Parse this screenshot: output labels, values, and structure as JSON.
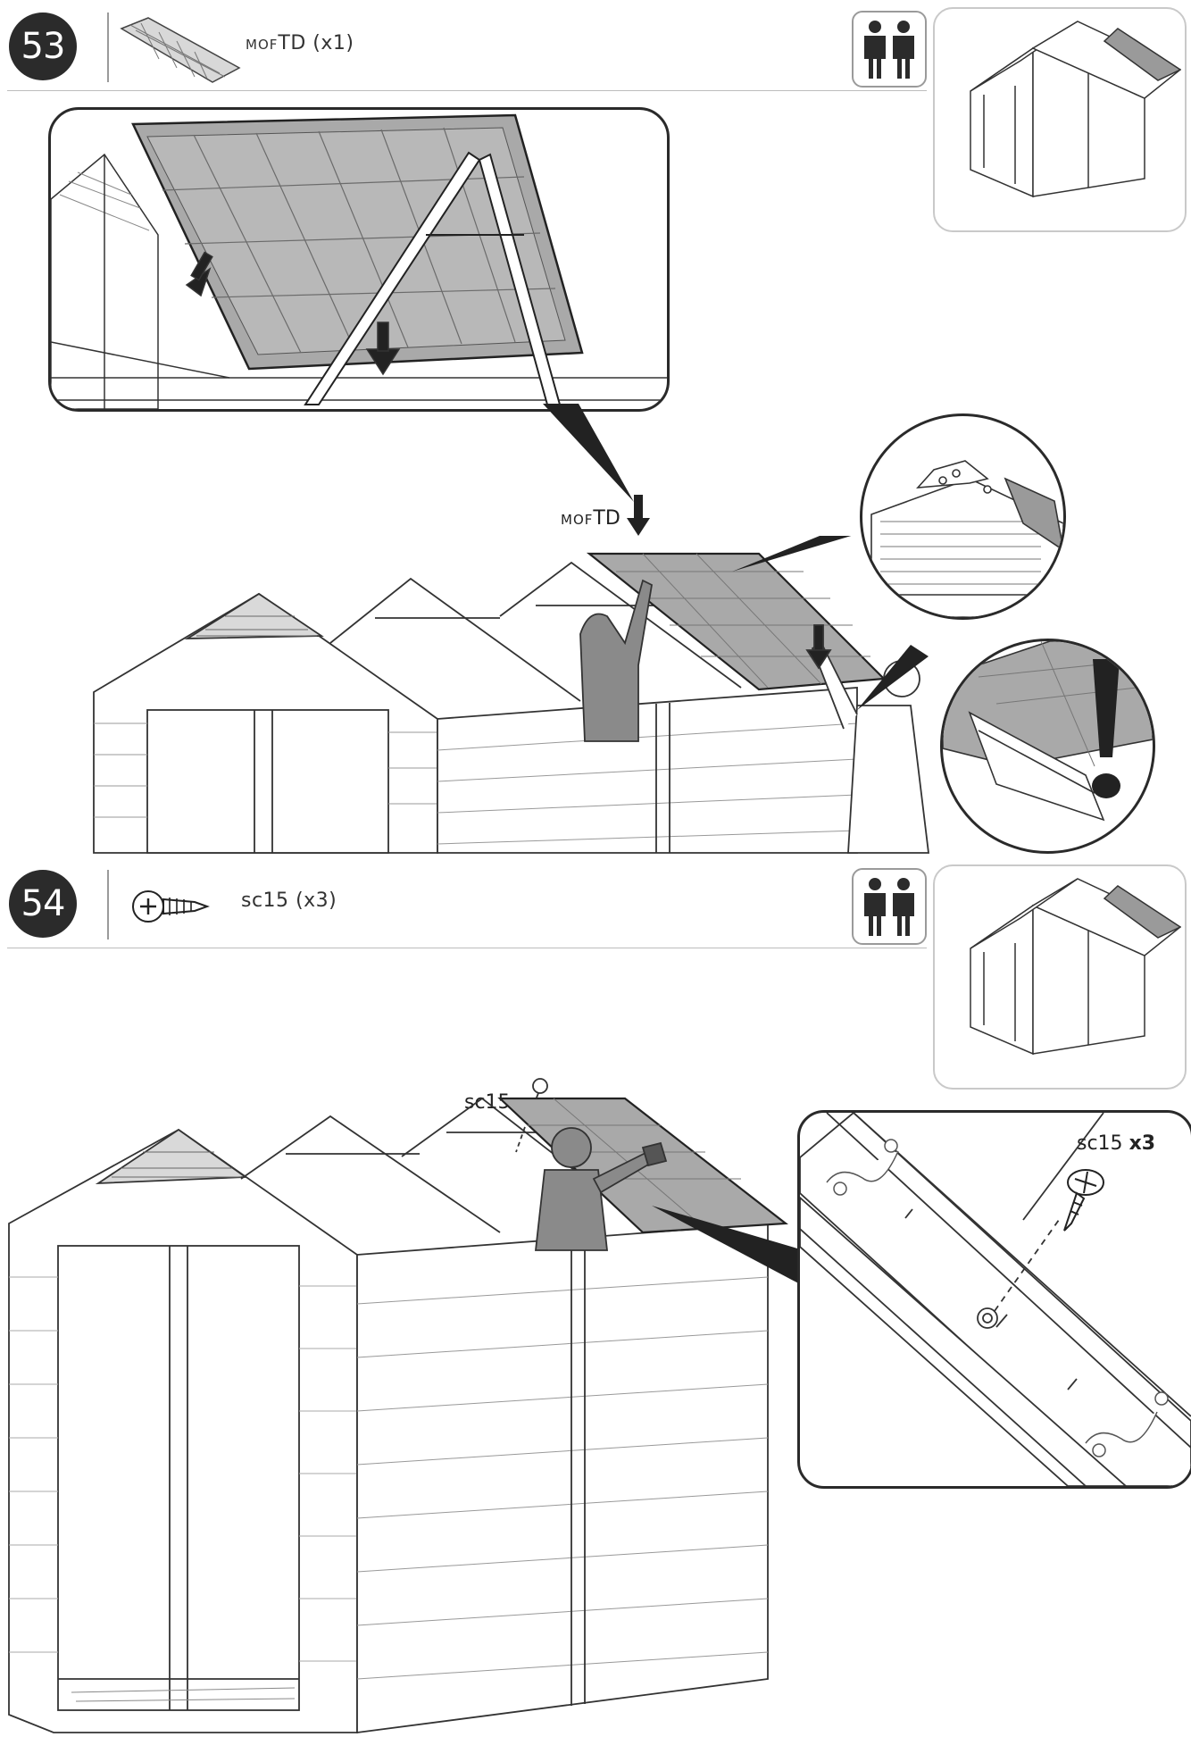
{
  "steps": [
    {
      "number": "53",
      "part": {
        "code_small": "MOF",
        "code": "TD",
        "qty": "(x1)"
      },
      "persons_icon": "two-persons-icon",
      "callout_label": {
        "code_small": "MOF",
        "code": "TD"
      }
    },
    {
      "number": "54",
      "part": {
        "code": "sc15",
        "qty": "(x3)"
      },
      "persons_icon": "two-persons-icon",
      "screw_label": "sc15",
      "detail_label": {
        "code": "sc15",
        "qty": "x3"
      }
    }
  ],
  "icons": {
    "persons": "two-persons-icon",
    "screw": "screw-icon",
    "arrow": "arrow-down-icon",
    "warning": "exclamation-icon"
  },
  "colors": {
    "step_badge": "#2b2b2b",
    "panel_gray": "#a9a9a9",
    "line": "#2a2a2a"
  }
}
